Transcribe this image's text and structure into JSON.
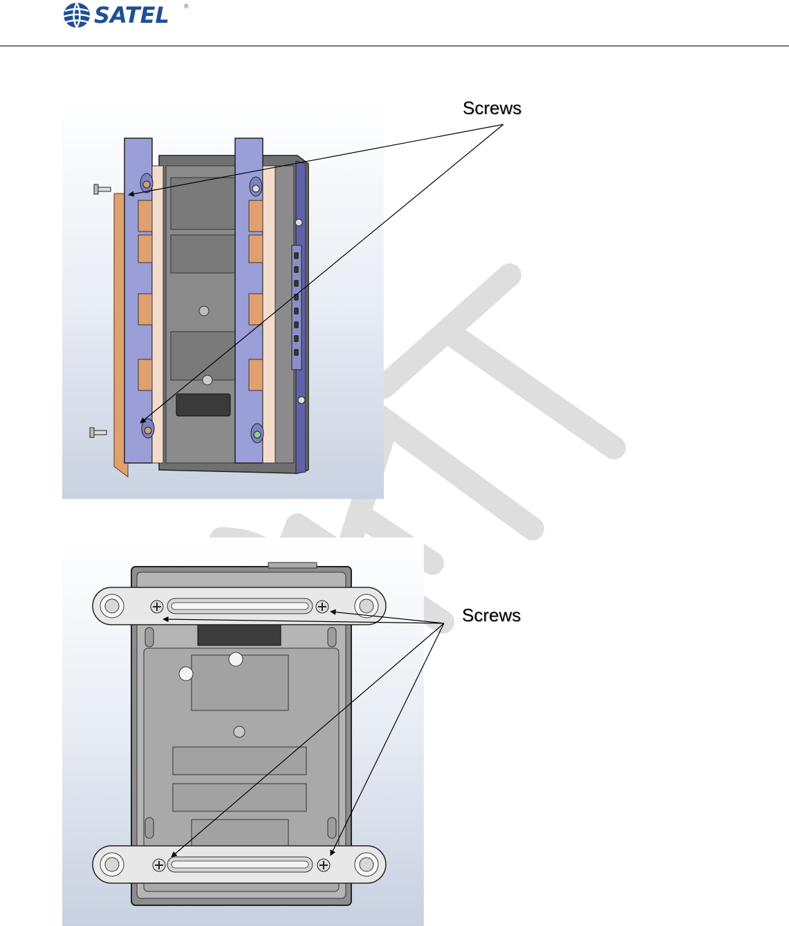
{
  "header": {
    "brand": "SATEL",
    "registered_mark": "®"
  },
  "figures": [
    {
      "callout": "Screws"
    },
    {
      "callout": "Screws"
    }
  ],
  "colors": {
    "brand_blue": "#1f4f94",
    "bracket_purple": "#9a9fd8",
    "copper": "#e0a070",
    "housing_gray": "#8a8a8a",
    "watermark_gray": "#dddddd"
  }
}
